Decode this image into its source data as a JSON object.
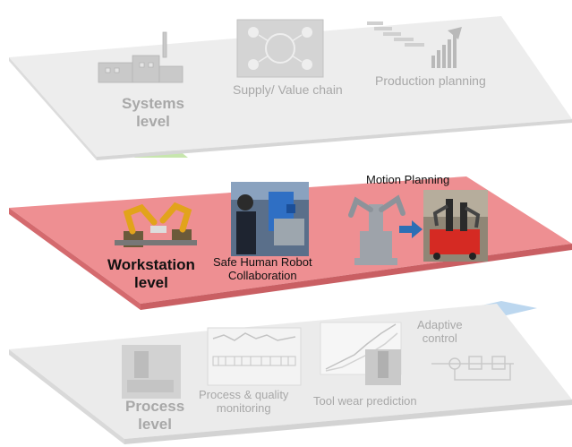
{
  "colors": {
    "systems_layer": "#ededed",
    "workstation_layer": "#ee8f92",
    "process_layer": "#ebebeb",
    "accent_green": "#c7e6ad",
    "accent_blue": "#bcd7ef",
    "faded_text": "#a8a8a8",
    "dark_text": "#111111"
  },
  "systems_layer": {
    "title": "Systems\nlevel",
    "supply_label": "Supply/ Value chain",
    "production_label": "Production planning",
    "icons": [
      "factory-icon",
      "network-icon",
      "staircase-chart-icon"
    ]
  },
  "workstation_layer": {
    "title": "Workstation\nlevel",
    "collab_label": "Safe Human Robot\nCollaboration",
    "motion_label": "Motion Planning",
    "icons": [
      "robot-arms-icon",
      "human-robot-photo",
      "dual-arm-robot-icon",
      "arrow-right-icon",
      "mobile-manipulator-photo"
    ]
  },
  "process_layer": {
    "title": "Process\nlevel",
    "monitoring_label": "Process & quality\nmonitoring",
    "tool_wear_label": "Tool wear prediction",
    "adaptive_label": "Adaptive\ncontrol",
    "icons": [
      "milling-icon",
      "signal-plot-icon",
      "line-plot-icon",
      "tool-photo",
      "block-diagram-icon"
    ]
  }
}
